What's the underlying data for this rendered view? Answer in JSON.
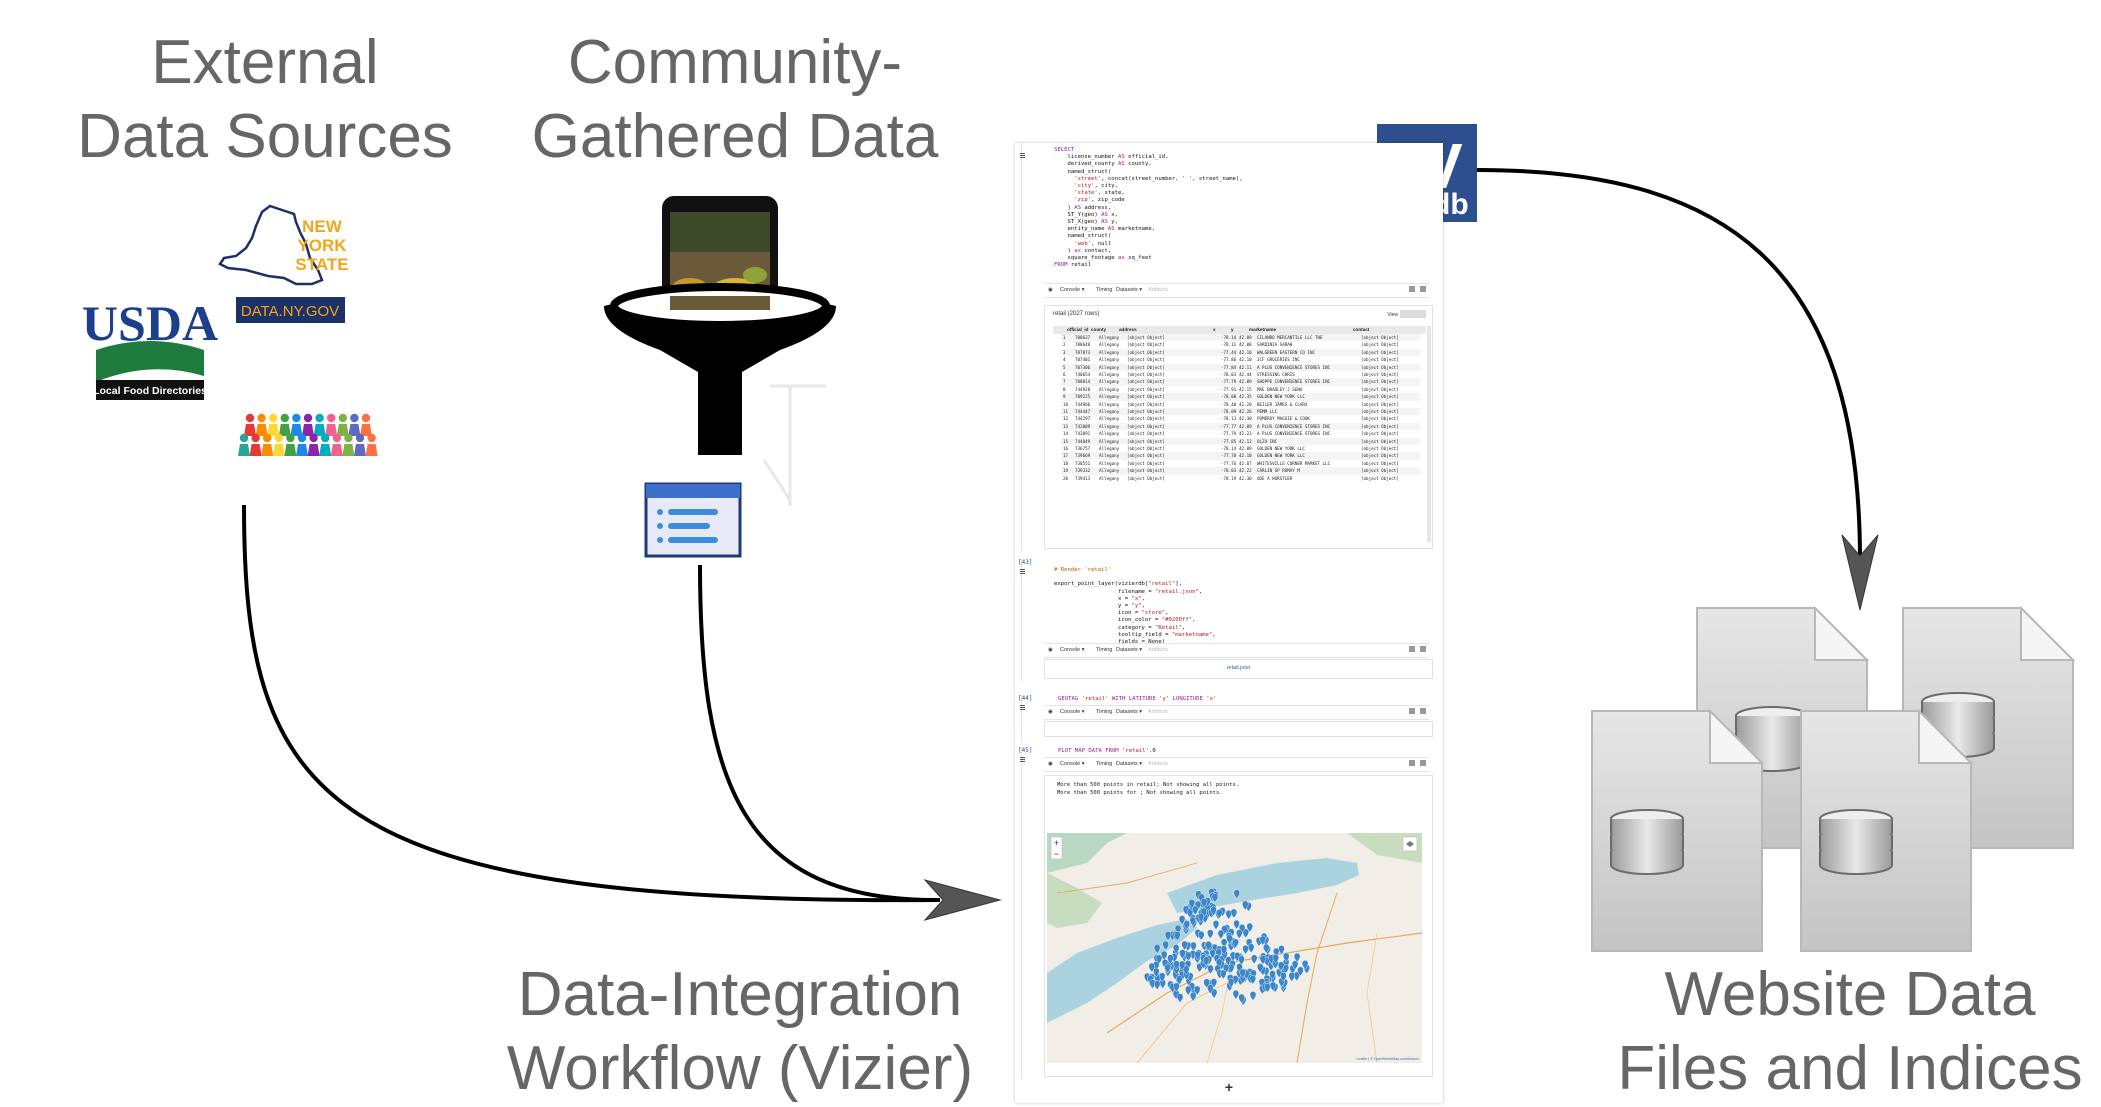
{
  "labels": {
    "external": [
      "External",
      "Data Sources"
    ],
    "community": [
      "Community-",
      "Gathered Data"
    ],
    "integration": [
      "Data-Integration",
      "Workflow (Vizier)"
    ],
    "website": [
      "Website Data",
      "Files and Indices"
    ]
  },
  "logos": {
    "usda": {
      "name": "USDA",
      "sub": "Local Food Directories"
    },
    "nys": {
      "line1": "NEW",
      "line2": "YORK",
      "line3": "STATE",
      "sub": "DATA.NY.GOV"
    },
    "vizierdb": {
      "big": "V",
      "small": "db"
    }
  },
  "colors": {
    "label_gray": "#666666",
    "arrow": "#000000",
    "usda_blue": "#1b3f8a",
    "usda_green": "#1e7b3e",
    "nys_gold": "#f3a51b",
    "nys_navy": "#1c3166",
    "vizier_blue": "#2d4f8f",
    "map_water": "#aad3df",
    "map_land": "#f1eee8",
    "map_dot": "#3a86c9",
    "file_gray": "#cfcfcf"
  },
  "notebook": {
    "cell1": {
      "code": [
        "SELECT",
        "    license_number AS official_id,",
        "    derived_county AS county,",
        "    named_struct(",
        "      'street', concat(street_number, ' ', street_name),",
        "      'city', city,",
        "      'state', state,",
        "      'zip', zip_code",
        "    ) AS address,",
        "    ST_Y(geo) AS x,",
        "    ST_X(geo) AS y,",
        "    entity_name AS marketname,",
        "    named_struct(",
        "      'web', null",
        "    ) as contact,",
        "    square_footage as sq_feet",
        "FROM retail"
      ],
      "toolbar": [
        "Console ▾",
        "Timing",
        "Datasets ▾",
        "Artifacts"
      ],
      "table_title": "retail (2027 rows)",
      "table_view": "View",
      "columns": [
        "official_id",
        "county",
        "address",
        "x",
        "y",
        "marketname",
        "contact"
      ],
      "rows": [
        [
          "1",
          "708637",
          "Allegany",
          "[object Object]",
          "-78.14",
          "42.09",
          "CILANRO MERCANTILE LLC THE",
          "[object Object]"
        ],
        [
          "2",
          "708648",
          "Allegany",
          "[object Object]",
          "-78.11",
          "42.08",
          "SARDINIA SARAH",
          "[object Object]"
        ],
        [
          "3",
          "707873",
          "Allegany",
          "[object Object]",
          "-77.44",
          "42.10",
          "WALGREEN EASTERN CO INC",
          "[object Object]"
        ],
        [
          "4",
          "707481",
          "Allegany",
          "[object Object]",
          "-77.86",
          "42.10",
          "JCF GROCERIES INC",
          "[object Object]"
        ],
        [
          "5",
          "707306",
          "Allegany",
          "[object Object]",
          "-77.84",
          "42.11",
          "A PLUS CONVENIENCE STORES INC",
          "[object Object]"
        ],
        [
          "6",
          "740654",
          "Allegany",
          "[object Object]",
          "-78.03",
          "42.44",
          "STRESSING CHRIS",
          "[object Object]"
        ],
        [
          "7",
          "708014",
          "Allegany",
          "[object Object]",
          "-77.79",
          "42.09",
          "SHOPPE CONVENIENCE STORES INC",
          "[object Object]"
        ],
        [
          "8",
          "744928",
          "Allegany",
          "[object Object]",
          "-77.91",
          "42.15",
          "MAE BRADLEY J SENA",
          "[object Object]"
        ],
        [
          "9",
          "709225",
          "Allegany",
          "[object Object]",
          "-78.00",
          "42.35",
          "GOLDEN NEW YORK LLC",
          "[object Object]"
        ],
        [
          "10",
          "744966",
          "Allegany",
          "[object Object]",
          "-78.40",
          "42.20",
          "BEILER JAMES & CLARA",
          "[object Object]"
        ],
        [
          "11",
          "744447",
          "Allegany",
          "[object Object]",
          "-78.09",
          "42.26",
          "PEMM LLC",
          "[object Object]"
        ],
        [
          "12",
          "744297",
          "Allegany",
          "[object Object]",
          "-78.13",
          "42.30",
          "POMEROY MAGGIE & COOK",
          "[object Object]"
        ],
        [
          "13",
          "742009",
          "Allegany",
          "[object Object]",
          "-77.77",
          "42.09",
          "A PLUS CONVENIENCE STORES INC",
          "[object Object]"
        ],
        [
          "14",
          "742091",
          "Allegany",
          "[object Object]",
          "-77.79",
          "42.23",
          "A PLUS CONVENIENCE STORES INC",
          "[object Object]"
        ],
        [
          "15",
          "744049",
          "Allegany",
          "[object Object]",
          "-77.85",
          "42.12",
          "OLZU INC",
          "[object Object]"
        ],
        [
          "16",
          "736757",
          "Allegany",
          "[object Object]",
          "-78.14",
          "42.09",
          "GOLDEN NEW YORK LLC",
          "[object Object]"
        ],
        [
          "17",
          "739669",
          "Allegany",
          "[object Object]",
          "-77.78",
          "42.10",
          "GOLDEN NEW YORK LLC",
          "[object Object]"
        ],
        [
          "18",
          "738551",
          "Allegany",
          "[object Object]",
          "-77.76",
          "42.07",
          "WHITESVILLE CORNER MARKET LLC",
          "[object Object]"
        ],
        [
          "19",
          "739332",
          "Allegany",
          "[object Object]",
          "-78.03",
          "42.22",
          "CARLIN SP ROMAY M",
          "[object Object]"
        ],
        [
          "20",
          "739413",
          "Allegany",
          "[object Object]",
          "-78.19",
          "42.30",
          "ODE A HORSTLER",
          "[object Object]"
        ]
      ]
    },
    "cell2": {
      "num": "[43]",
      "code": [
        "# Render 'retail'",
        "",
        "export_point_layer(vizierdb[\"retail\"],",
        "                   filename = \"retail.json\",",
        "                   x = \"x\",",
        "                   y = \"y\",",
        "                   icon = \"store\",",
        "                   icon_color = \"#0200ff\",",
        "                   category = \"Retail\",",
        "                   tooltip_field = \"marketname\",",
        "                   fields = None)"
      ],
      "toolbar": [
        "Console ▾",
        "Timing",
        "Datasets ▾",
        "Artifacts"
      ],
      "output": "retail.json"
    },
    "cell3": {
      "num": "[44]",
      "code": [
        "GEOTAG 'retail' WITH LATITUDE 'y' LONGITUDE 'x'"
      ],
      "toolbar": [
        "Console ▾",
        "Timing",
        "Datasets ▾",
        "Artifacts"
      ]
    },
    "cell4": {
      "num": "[45]",
      "code": [
        "PLOT MAP DATA FROM 'retail'.0"
      ],
      "toolbar": [
        "Console ▾",
        "Timing",
        "Datasets ▾",
        "Artifacts"
      ],
      "messages": [
        "More than 500 points in retail; Not showing all points.",
        "More than 500 points for ; Not showing all points."
      ],
      "map_attribution": "Leaflet | © OpenStreetMap contributors",
      "zoom_in": "+",
      "zoom_out": "−"
    },
    "add_cell": "+"
  }
}
